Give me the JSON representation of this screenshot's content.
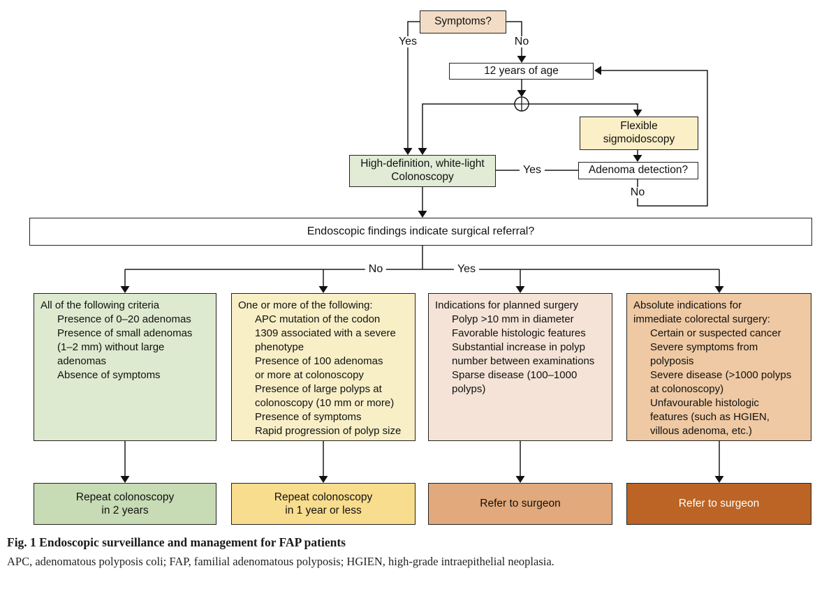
{
  "colors": {
    "node_peach": "#f3dcc6",
    "node_pale_yellow": "#faefc6",
    "node_pale_green": "#e1ebd5",
    "node_white": "#ffffff",
    "criteria_green": "#deeacf",
    "criteria_yellow": "#f8efc7",
    "criteria_pink": "#f4e3d6",
    "criteria_tan": "#eec9a3",
    "outcome_green": "#c7dbb5",
    "outcome_yellow": "#f8dd8e",
    "outcome_salmon": "#e1a97c",
    "outcome_brown": "#bb6425",
    "line": "#1a1a1a"
  },
  "nodes": {
    "symptoms": "Symptoms?",
    "age": "12 years of age",
    "flexible_sigmoidoscopy": "Flexible\nsigmoidoscopy",
    "colonoscopy": "High-definition, white-light\nColonoscopy",
    "adenoma_detection": "Adenoma detection?",
    "surgical_referral": "Endoscopic findings indicate surgical referral?"
  },
  "edge_labels": {
    "symptoms_yes": "Yes",
    "symptoms_no": "No",
    "adenoma_yes": "Yes",
    "adenoma_no": "No",
    "referral_no": "No",
    "referral_yes": "Yes"
  },
  "criteria_boxes": [
    {
      "lead": "All of the following criteria",
      "items": [
        "Presence of 0–20 adenomas",
        "Presence of small adenomas\n(1–2 mm) without large\nadenomas",
        "Absence of symptoms"
      ]
    },
    {
      "lead": "One or more of the following:",
      "items": [
        "APC mutation of the codon\n1309 associated with a severe\nphenotype",
        "Presence of 100 adenomas\nor more at colonoscopy",
        "Presence of large polyps at\ncolonoscopy (10 mm or more)",
        "Presence of symptoms",
        "Rapid progression of polyp size"
      ]
    },
    {
      "lead": "Indications for planned surgery",
      "items": [
        "Polyp >10 mm in diameter",
        "Favorable histologic features",
        "Substantial increase in polyp\nnumber between examinations",
        "Sparse disease (100–1000\npolyps)"
      ]
    },
    {
      "lead": "Absolute indications for\nimmediate colorectal surgery:",
      "items": [
        "Certain or suspected cancer",
        "Severe symptoms from\npolyposis",
        "Severe disease (>1000 polyps\nat colonoscopy)",
        "Unfavourable histologic\nfeatures (such as HGIEN,\nvillous adenoma, etc.)"
      ]
    }
  ],
  "outcome_boxes": [
    "Repeat colonoscopy\nin 2 years",
    "Repeat colonoscopy\nin 1 year or less",
    "Refer to surgeon",
    "Refer to surgeon"
  ],
  "caption": {
    "title": "Fig. 1 Endoscopic surveillance and management for FAP patients",
    "abbreviations": "APC, adenomatous polyposis coli; FAP, familial adenomatous polyposis; HGIEN, high-grade intraepithelial neoplasia."
  }
}
